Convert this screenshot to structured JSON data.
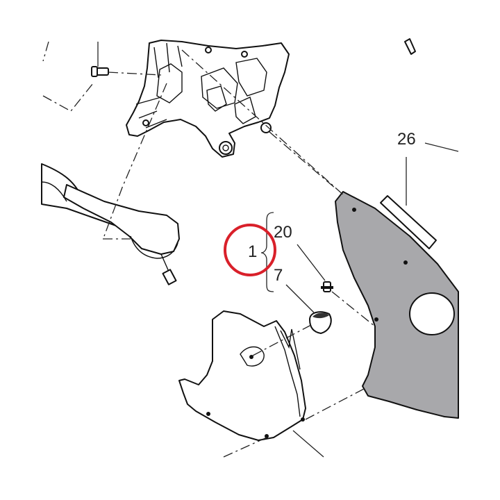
{
  "callouts": {
    "part_1": "1",
    "part_7": "7",
    "part_20": "20",
    "part_26": "26"
  },
  "colors": {
    "highlight_ring": "#d9202a",
    "panel_fill": "#a8a8ab",
    "line": "#111111",
    "background": "#ffffff"
  }
}
